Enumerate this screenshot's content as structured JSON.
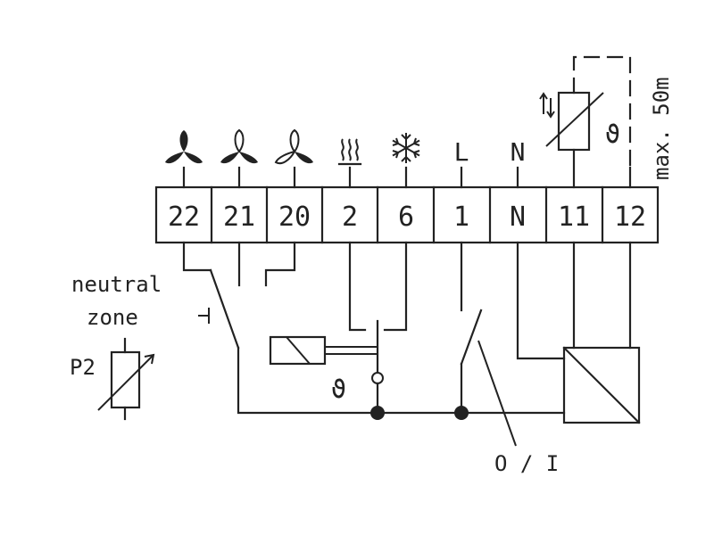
{
  "terminals": [
    "22",
    "21",
    "20",
    "2",
    "6",
    "1",
    "N",
    "11",
    "12"
  ],
  "top_labels": {
    "L": "L",
    "N": "N"
  },
  "sensor_symbol": "ϑ",
  "thermostat_symbol": "ϑ",
  "cable_note": "max. 50m",
  "neutral_zone_line1": "neutral",
  "neutral_zone_line2": "zone",
  "p2_label": "P2",
  "switch_label": "O / I",
  "icons": [
    "fan-high-icon",
    "fan-medium-icon",
    "fan-low-icon",
    "heating-icon",
    "cooling-snowflake-icon"
  ]
}
